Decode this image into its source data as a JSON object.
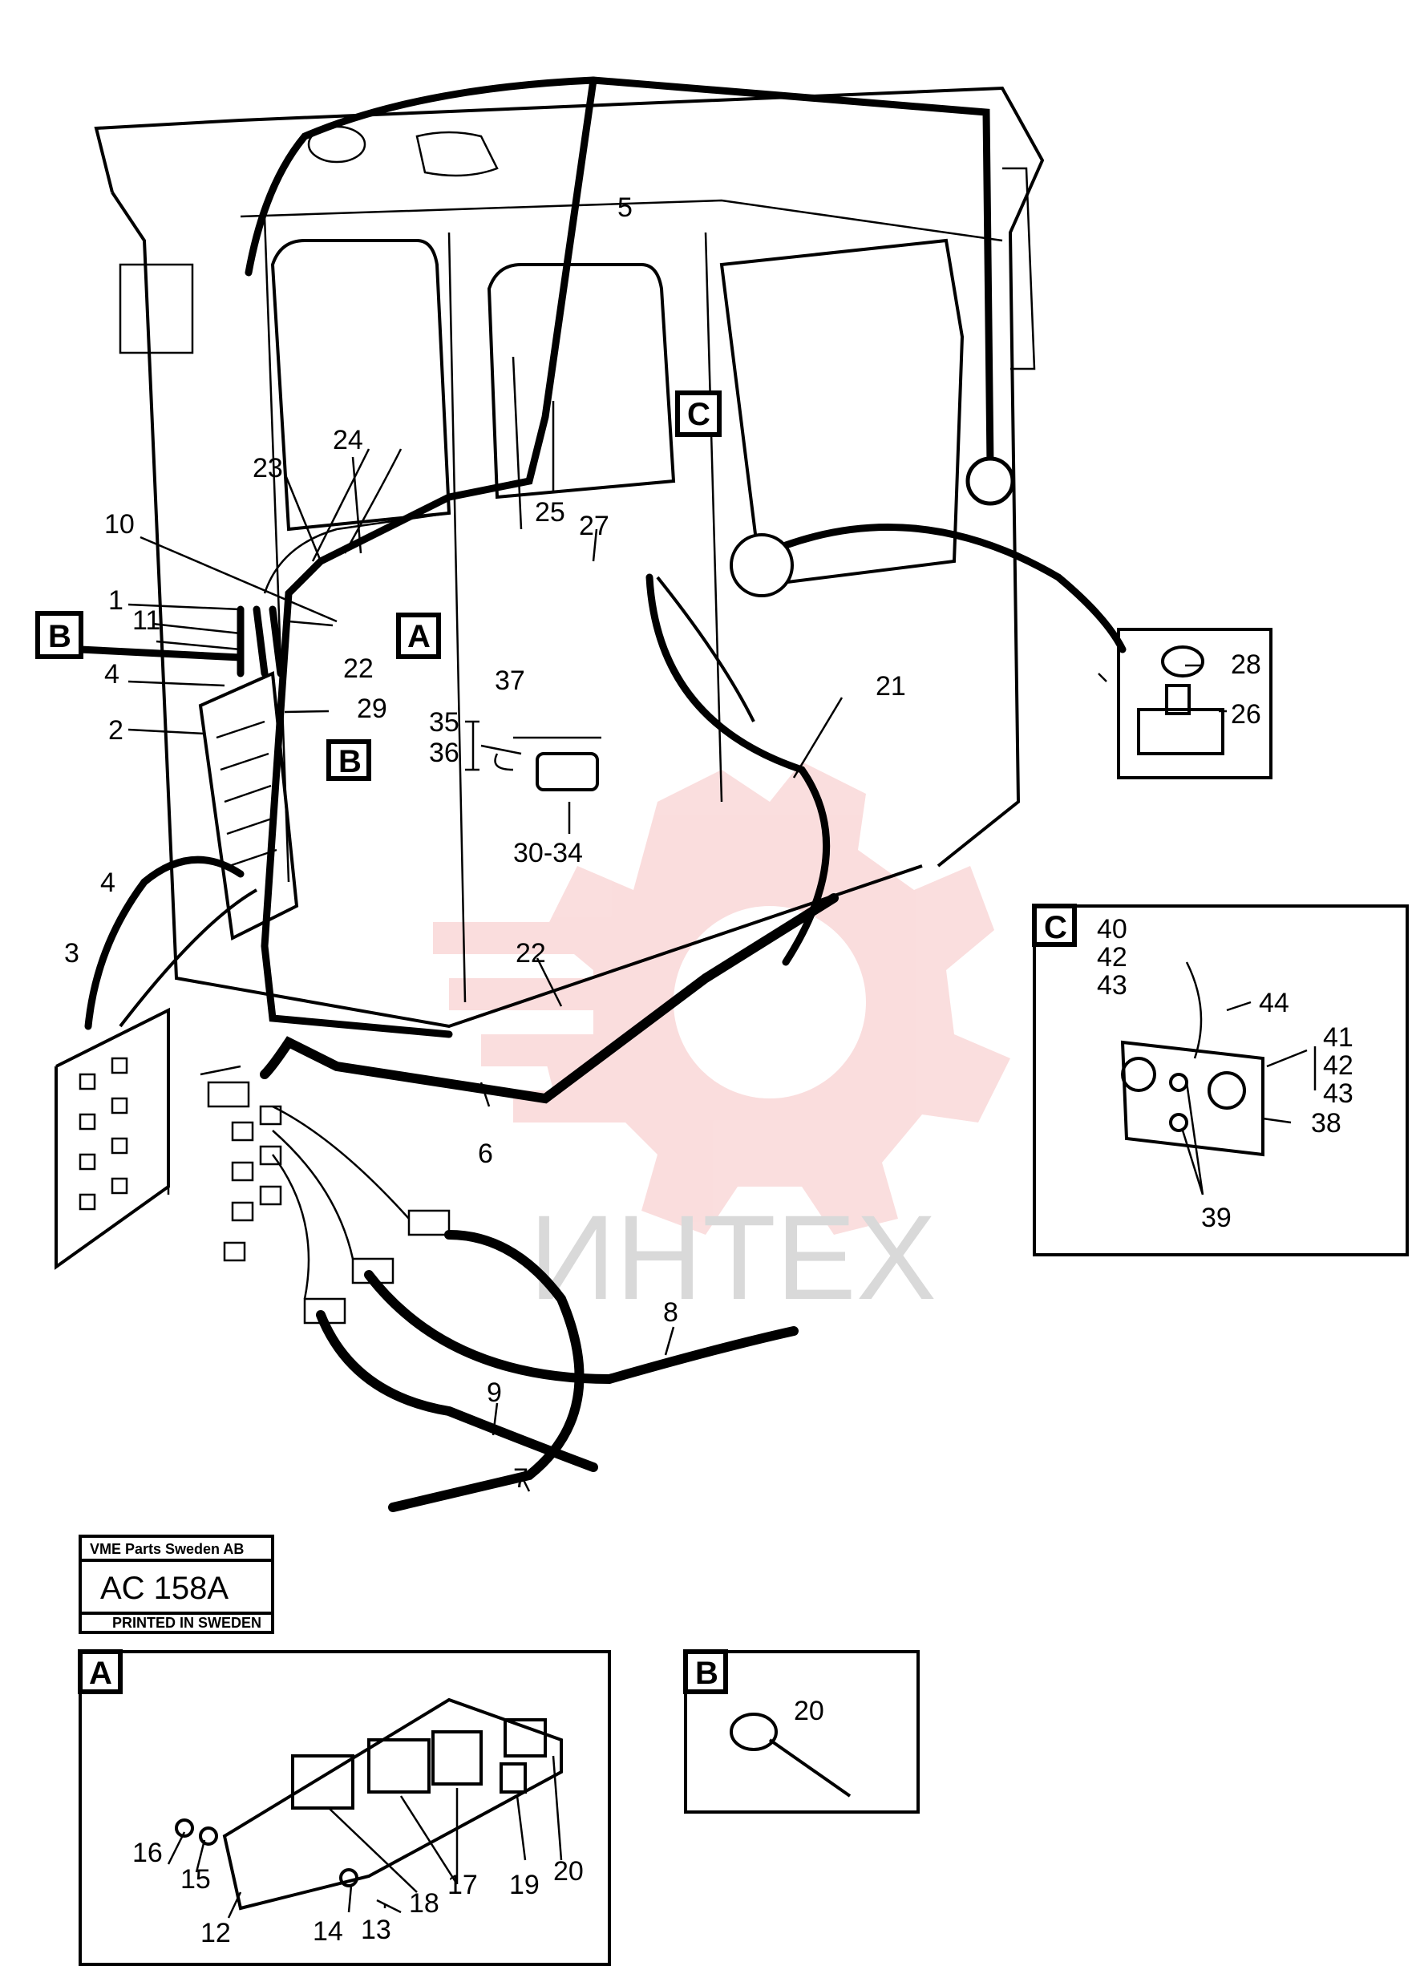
{
  "diagram": {
    "watermark_text": "ИНТЕХ",
    "stamp": {
      "company": "VME Parts Sweden AB",
      "code": "AC 158A",
      "printed": "PRINTED IN SWEDEN"
    },
    "callout_boxes": {
      "A": "A",
      "B": "B",
      "C": "C"
    },
    "part_labels": {
      "p1": "1",
      "p2": "2",
      "p3": "3",
      "p4a": "4",
      "p4b": "4",
      "p5": "5",
      "p6": "6",
      "p7": "7",
      "p8": "8",
      "p9": "9",
      "p10": "10",
      "p11": "11",
      "p21": "21",
      "p22a": "22",
      "p22b": "22",
      "p23": "23",
      "p24": "24",
      "p25": "25",
      "p26": "26",
      "p27": "27",
      "p28": "28",
      "p29": "29",
      "p30_34": "30-34",
      "p35": "35",
      "p36": "36",
      "p37": "37",
      "c40": "40",
      "c42a": "42",
      "c43a": "43",
      "c44": "44",
      "c41": "41",
      "c42b": "42",
      "c43b": "43",
      "c38": "38",
      "c39": "39",
      "a16": "16",
      "a15": "15",
      "a12": "12",
      "a14": "14",
      "a13": "13",
      "a18": "18",
      "a17": "17",
      "a19": "19",
      "a20": "20",
      "b20": "20"
    }
  }
}
